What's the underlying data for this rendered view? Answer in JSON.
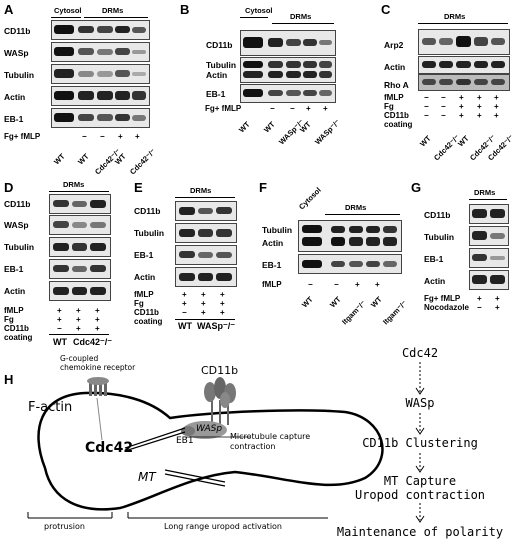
{
  "panels": {
    "A": {
      "letter": "A",
      "cytosol": "Cytosol",
      "drms": "DRMs",
      "rows": [
        "CD11b",
        "WASp",
        "Tubulin",
        "Actin",
        "EB-1"
      ],
      "treatment": "Fg+ fMLP",
      "signs": [
        "−",
        "−",
        "+",
        "+"
      ],
      "lanes": [
        "WT",
        "WT",
        "Cdc42⁻/⁻",
        "WT",
        "Cdc42⁻/⁻"
      ]
    },
    "B": {
      "letter": "B",
      "cytosol": "Cytosol",
      "drms": "DRMs",
      "rows": [
        "CD11b",
        "Tubulin",
        "Actin",
        "EB-1"
      ],
      "treatment": "Fg+ fMLP",
      "signs": [
        "−",
        "−",
        "+",
        "+"
      ],
      "lanes": [
        "WT",
        "WT",
        "WASp⁻/⁻",
        "WT",
        "WASp⁻/⁻"
      ]
    },
    "C": {
      "letter": "C",
      "drms": "DRMs",
      "rows": [
        "Arp2",
        "Actin",
        "Rho A"
      ],
      "cond_labels": [
        "fMLP",
        "Fg",
        "CD11b coating"
      ],
      "signs_fmlp": [
        "−",
        "−",
        "+",
        "+",
        "+"
      ],
      "signs_fg": [
        "−",
        "−",
        "+",
        "+",
        "+"
      ],
      "signs_cd11b": [
        "−",
        "−",
        "+",
        "+",
        "+"
      ],
      "lanes": [
        "WT",
        "Cdc42⁻/⁻",
        "WT",
        "Cdc42⁻/⁻",
        "Cdc42⁻/⁻"
      ]
    },
    "D": {
      "letter": "D",
      "drms": "DRMs",
      "rows": [
        "CD11b",
        "WASp",
        "Tubulin",
        "EB-1",
        "Actin"
      ],
      "cond_labels": [
        "fMLP",
        "Fg",
        "CD11b",
        "coating"
      ],
      "signs_fmlp": [
        "+",
        "+",
        "+"
      ],
      "signs_fg": [
        "+",
        "+",
        "+"
      ],
      "signs_cd11b": [
        "−",
        "+",
        "+"
      ],
      "lanes": [
        "WT",
        "Cdc42⁻/⁻"
      ]
    },
    "E": {
      "letter": "E",
      "drms": "DRMs",
      "rows": [
        "CD11b",
        "Tubulin",
        "EB-1",
        "Actin"
      ],
      "cond_labels": [
        "fMLP",
        "Fg",
        "CD11b",
        "coating"
      ],
      "signs_fmlp": [
        "+",
        "+",
        "+"
      ],
      "signs_fg": [
        "+",
        "+",
        "+"
      ],
      "signs_cd11b": [
        "−",
        "+",
        "+"
      ],
      "lanes": [
        "WT",
        "WASp⁻/⁻"
      ]
    },
    "F": {
      "letter": "F",
      "cytosol": "Cytosol",
      "drms": "DRMs",
      "rows": [
        "Tubulin",
        "Actin",
        "EB-1"
      ],
      "treatment": "fMLP",
      "signs": [
        "−",
        "−",
        "+",
        "+"
      ],
      "lanes": [
        "WT",
        "WT",
        "Itgam⁻/⁻",
        "WT",
        "Itgam⁻/⁻"
      ]
    },
    "G": {
      "letter": "G",
      "drms": "DRMs",
      "rows": [
        "CD11b",
        "Tubulin",
        "EB-1",
        "Actin"
      ],
      "cond_labels": [
        "Fg+ fMLP",
        "Nocodazole"
      ],
      "signs_fmlp": [
        "+",
        "+"
      ],
      "signs_noc": [
        "−",
        "+"
      ]
    }
  },
  "diagram": {
    "letter": "H",
    "receptor": "G-coupled\nchemokine receptor",
    "factin": "F-actin",
    "cd11b": "CD11b",
    "cdc42": "Cdc42",
    "eb1": "EB1",
    "wasp": "WASp",
    "capture": "Microtubule capture\ncontraction",
    "mt": "MT",
    "protrusion": "protrusion",
    "uropod": "Long range uropod activation"
  },
  "pathway": [
    "Cdc42",
    "WASp",
    "CD11b Clustering",
    "MT Capture\nUropod contraction",
    "Maintenance of polarity"
  ]
}
